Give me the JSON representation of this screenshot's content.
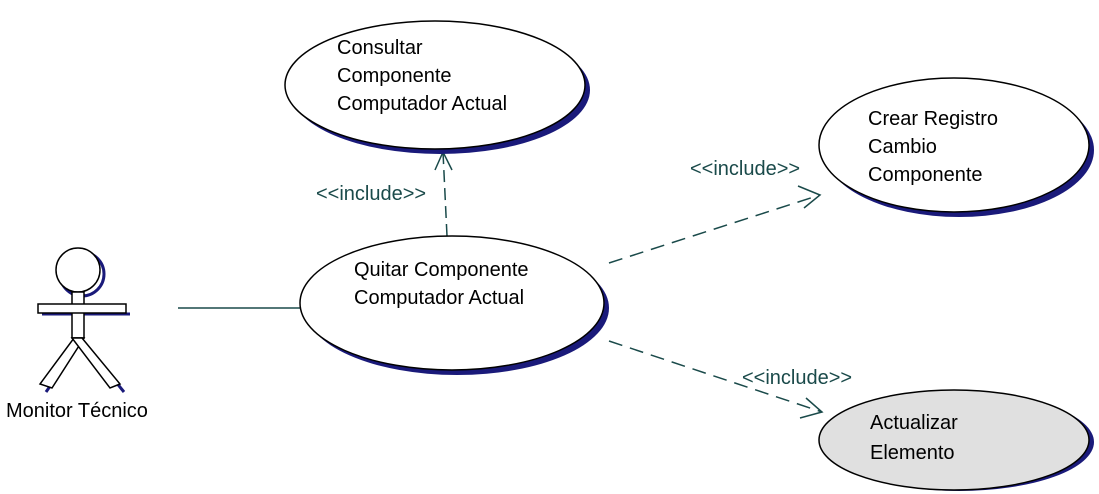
{
  "colors": {
    "outline": "#000000",
    "shadow": "#1a1a7a",
    "connector": "#1a4a4a",
    "use_case_fill": "#ffffff",
    "highlight_fill": "#e0e0e0"
  },
  "actor": {
    "name": "Monitor Técnico"
  },
  "use_cases": {
    "consultar": {
      "lines": [
        "Consultar",
        "Componente",
        "Computador Actual"
      ]
    },
    "quitar": {
      "lines": [
        "Quitar Componente",
        "Computador Actual"
      ]
    },
    "crear": {
      "lines": [
        "Crear Registro",
        "Cambio",
        "Componente"
      ]
    },
    "actualizar": {
      "lines": [
        "Actualizar",
        "Elemento"
      ]
    }
  },
  "relations": {
    "include_consultar": "<<include>>",
    "include_crear": "<<include>>",
    "include_actualizar": "<<include>>"
  }
}
